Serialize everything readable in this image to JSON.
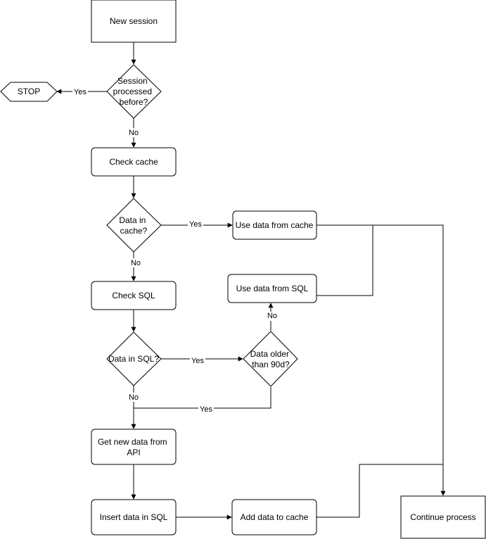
{
  "nodes": {
    "new_session": {
      "lines": [
        "New session"
      ]
    },
    "session_processed": {
      "lines": [
        "Session",
        "processed",
        "before?"
      ]
    },
    "stop": {
      "lines": [
        "STOP"
      ]
    },
    "check_cache": {
      "lines": [
        "Check cache"
      ]
    },
    "data_in_cache": {
      "lines": [
        "Data in",
        "cache?"
      ]
    },
    "use_cache": {
      "lines": [
        "Use data from cache"
      ]
    },
    "use_sql": {
      "lines": [
        "Use data from SQL"
      ]
    },
    "check_sql": {
      "lines": [
        "Check SQL"
      ]
    },
    "data_in_sql": {
      "lines": [
        "Data in SQL?"
      ]
    },
    "data_older": {
      "lines": [
        "Data older",
        "than 90d?"
      ]
    },
    "get_api": {
      "lines": [
        "Get new data from",
        "API"
      ]
    },
    "insert_sql": {
      "lines": [
        "Insert data in SQL"
      ]
    },
    "add_cache": {
      "lines": [
        "Add data to cache"
      ]
    },
    "continue": {
      "lines": [
        "Continue process"
      ]
    }
  },
  "edges": {
    "processed_yes": "Yes",
    "processed_no": "No",
    "cache_yes": "Yes",
    "cache_no": "No",
    "sql_yes": "Yes",
    "sql_no": "No",
    "older_no": "No",
    "older_yes": "Yes"
  },
  "colors": {
    "stroke": "#000000",
    "fill": "#ffffff"
  }
}
